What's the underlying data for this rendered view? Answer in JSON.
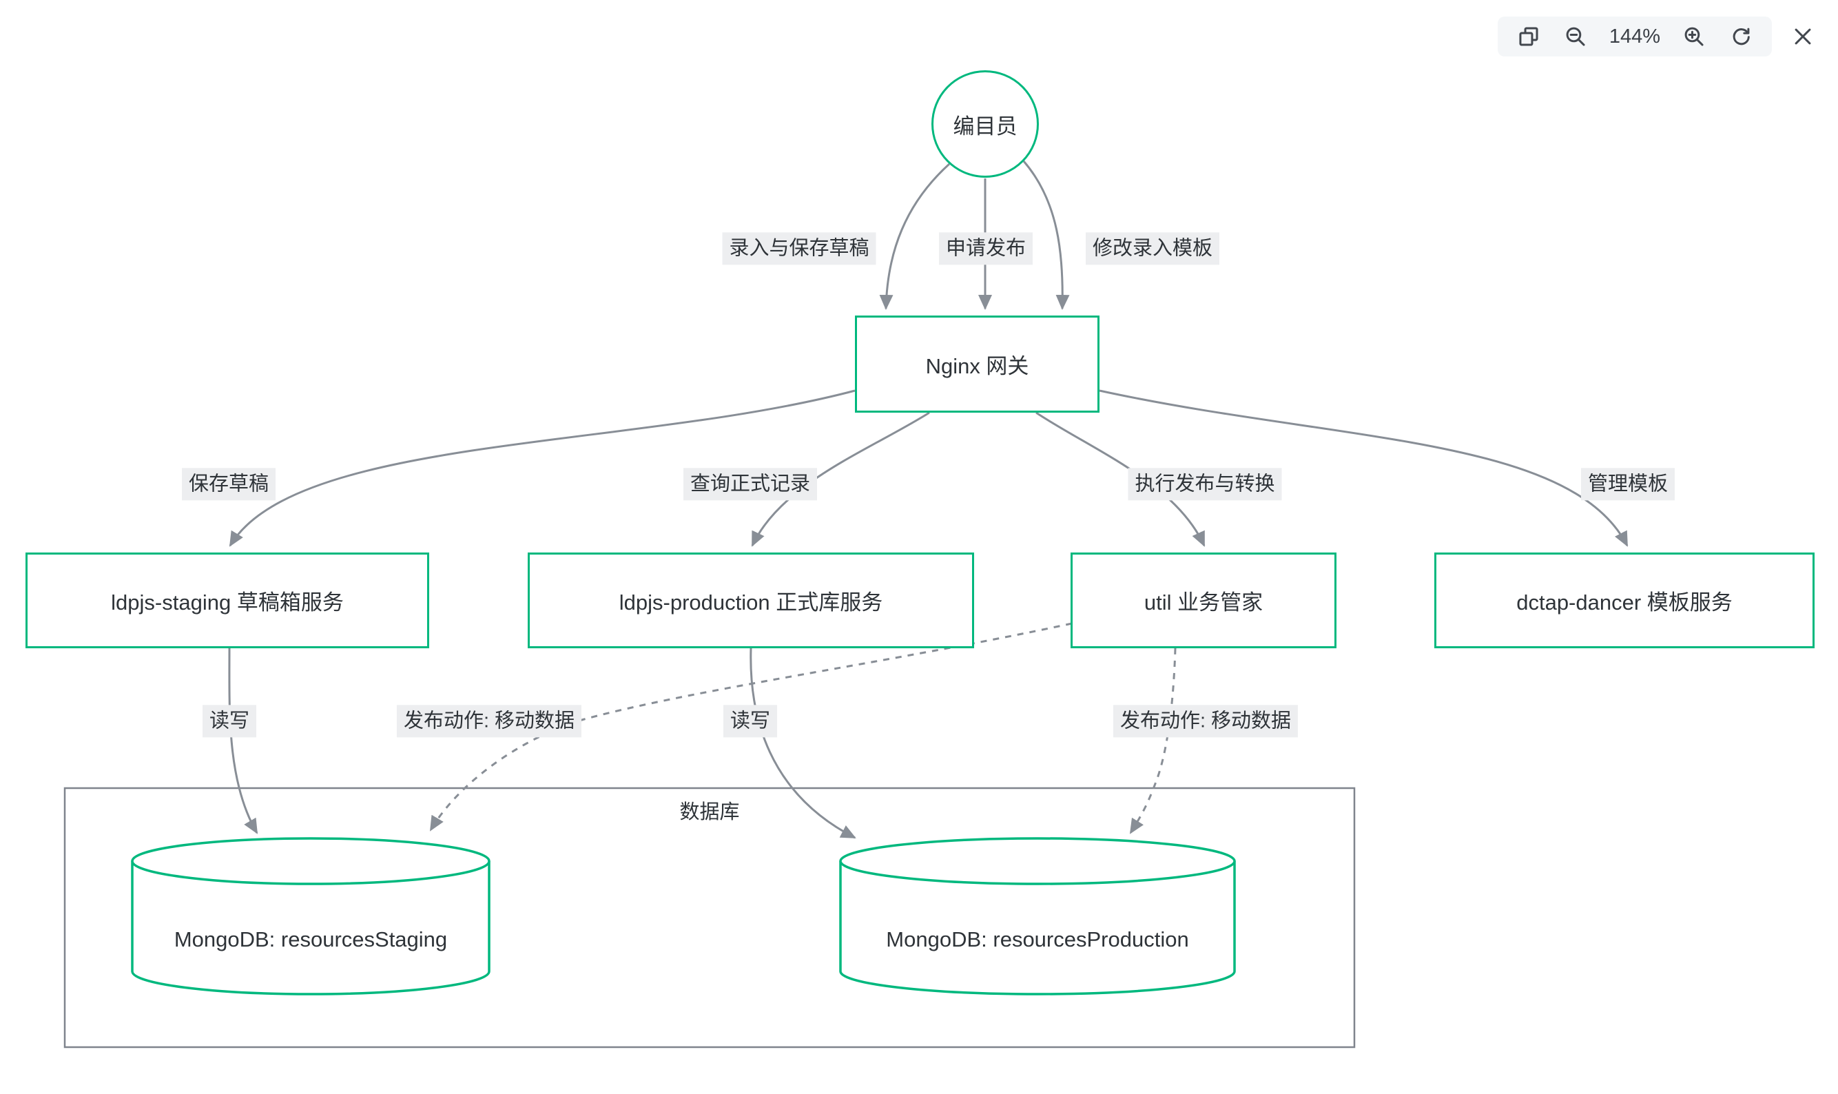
{
  "toolbar": {
    "zoom_level": "144%",
    "icons": [
      "duplicate-icon",
      "zoom-out-icon",
      "zoom-in-icon",
      "refresh-icon",
      "close-icon"
    ]
  },
  "diagram": {
    "type": "flowchart",
    "actor": {
      "label": "编目员",
      "shape": "circle"
    },
    "nodes": {
      "gateway": {
        "label": "Nginx 网关",
        "shape": "rect"
      },
      "staging_service": {
        "label": "ldpjs-staging 草稿箱服务",
        "shape": "rect"
      },
      "production_service": {
        "label": "ldpjs-production 正式库服务",
        "shape": "rect"
      },
      "util_service": {
        "label": "util 业务管家",
        "shape": "rect"
      },
      "template_service": {
        "label": "dctap-dancer 模板服务",
        "shape": "rect"
      },
      "staging_db": {
        "label": "MongoDB: resourcesStaging",
        "shape": "cylinder"
      },
      "production_db": {
        "label": "MongoDB: resourcesProduction",
        "shape": "cylinder"
      }
    },
    "container": {
      "label": "数据库"
    },
    "edge_labels": {
      "enter_save_draft": "录入与保存草稿",
      "request_publish": "申请发布",
      "modify_template": "修改录入模板",
      "save_draft": "保存草稿",
      "query_records": "查询正式记录",
      "execute_publish": "执行发布与转换",
      "manage_templates": "管理模板",
      "read_write_left": "读写",
      "publish_move_left": "发布动作: 移动数据",
      "read_write_right": "读写",
      "publish_move_right": "发布动作: 移动数据"
    },
    "colors": {
      "accent_green": "#00b87e",
      "edge_gray": "#888e96",
      "label_bg": "#edeef0",
      "text": "#2e3338",
      "container_border": "#7f848d"
    }
  }
}
